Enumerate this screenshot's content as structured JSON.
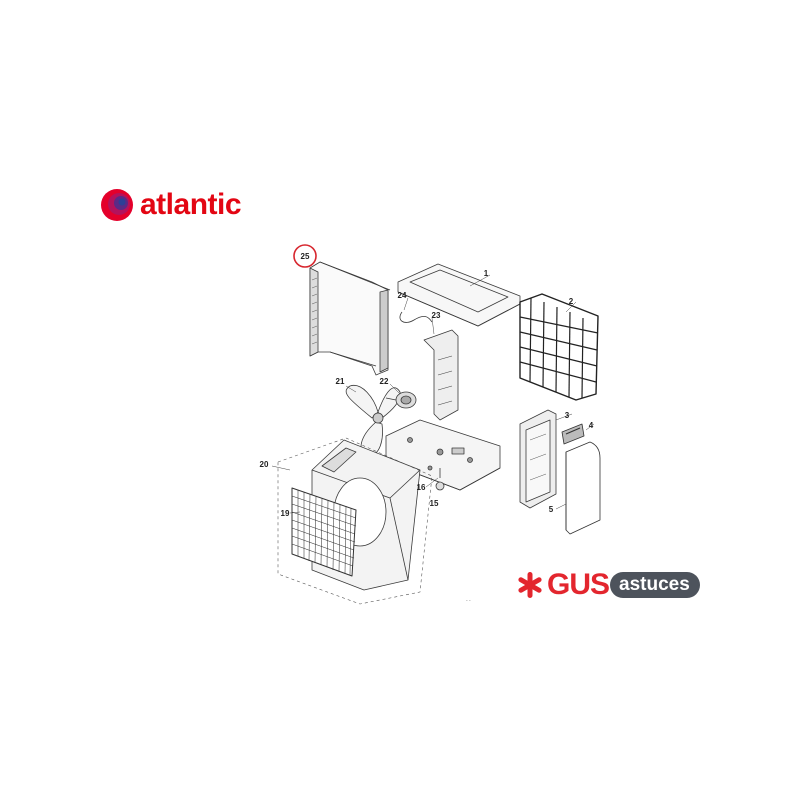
{
  "brand": {
    "name": "atlantic",
    "color": "#e30613",
    "logo_colors": [
      "#e4002b",
      "#b4125c",
      "#5b2a86",
      "#2d3f97"
    ]
  },
  "watermark": {
    "main": "GUS",
    "pill": "astuces",
    "main_color": "#e3262e",
    "pill_color": "#4d535c"
  },
  "diagram": {
    "highlight_color": "#d7262e",
    "highlighted_callout": "25",
    "callouts": [
      "25",
      "1",
      "24",
      "23",
      "2",
      "21",
      "22",
      "3",
      "4",
      "20",
      "16",
      "19",
      "15",
      "5"
    ],
    "parts": [
      "condenser-coil",
      "top-cover",
      "sensor-wire",
      "coil-bracket",
      "rear-guard",
      "fan-blade",
      "fan-motor",
      "service-panel",
      "handle-cover",
      "front-panel",
      "base-tray",
      "front-grille",
      "drain-plug",
      "side-cover"
    ]
  }
}
